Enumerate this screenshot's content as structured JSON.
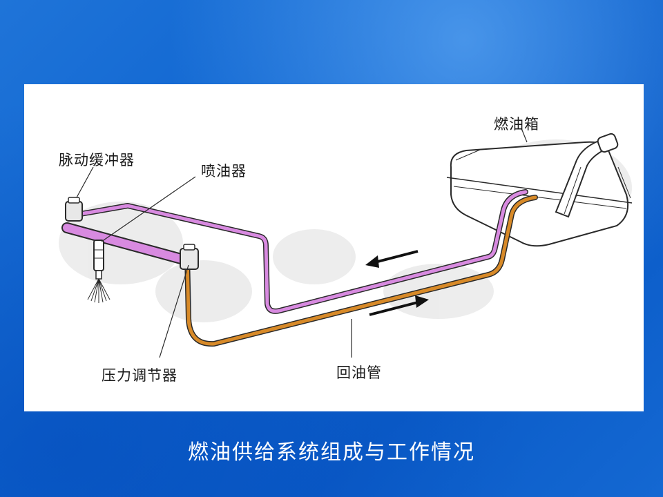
{
  "diagram": {
    "labels": {
      "pulsation_damper": "脉动缓冲器",
      "injector": "喷油器",
      "fuel_tank": "燃油箱",
      "pressure_regulator": "压力调节器",
      "return_pipe": "回油管"
    },
    "colors": {
      "supply_line": "#d88ae0",
      "return_line": "#d88a28",
      "outline": "#2a2a2a",
      "arrow": "#111111"
    }
  },
  "caption": "燃油供给系统组成与工作情况"
}
